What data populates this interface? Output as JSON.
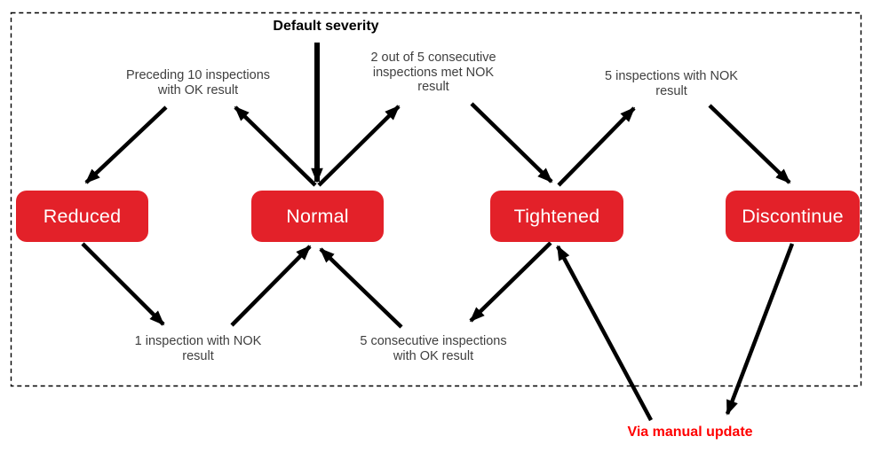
{
  "colors": {
    "state_box": "#e32129",
    "arrow": "#000000",
    "label_text": "#3f3f3f",
    "manual_text": "#ff0000",
    "background": "#ffffff"
  },
  "header": {
    "default_severity_label": "Default severity"
  },
  "states": [
    {
      "label": "Reduced"
    },
    {
      "label": "Normal"
    },
    {
      "label": "Tightened"
    },
    {
      "label": "Discontinue"
    }
  ],
  "transitions": {
    "preceding_ok": "Preceding 10 inspections\nwith OK result",
    "two_of_five_nok": "2 out of 5 consecutive\ninspections met NOK\nresult",
    "five_nok": "5 inspections with NOK\nresult",
    "one_nok": "1 inspection with NOK\nresult",
    "five_ok": "5 consecutive inspections\nwith OK result",
    "manual": "Via manual update"
  }
}
